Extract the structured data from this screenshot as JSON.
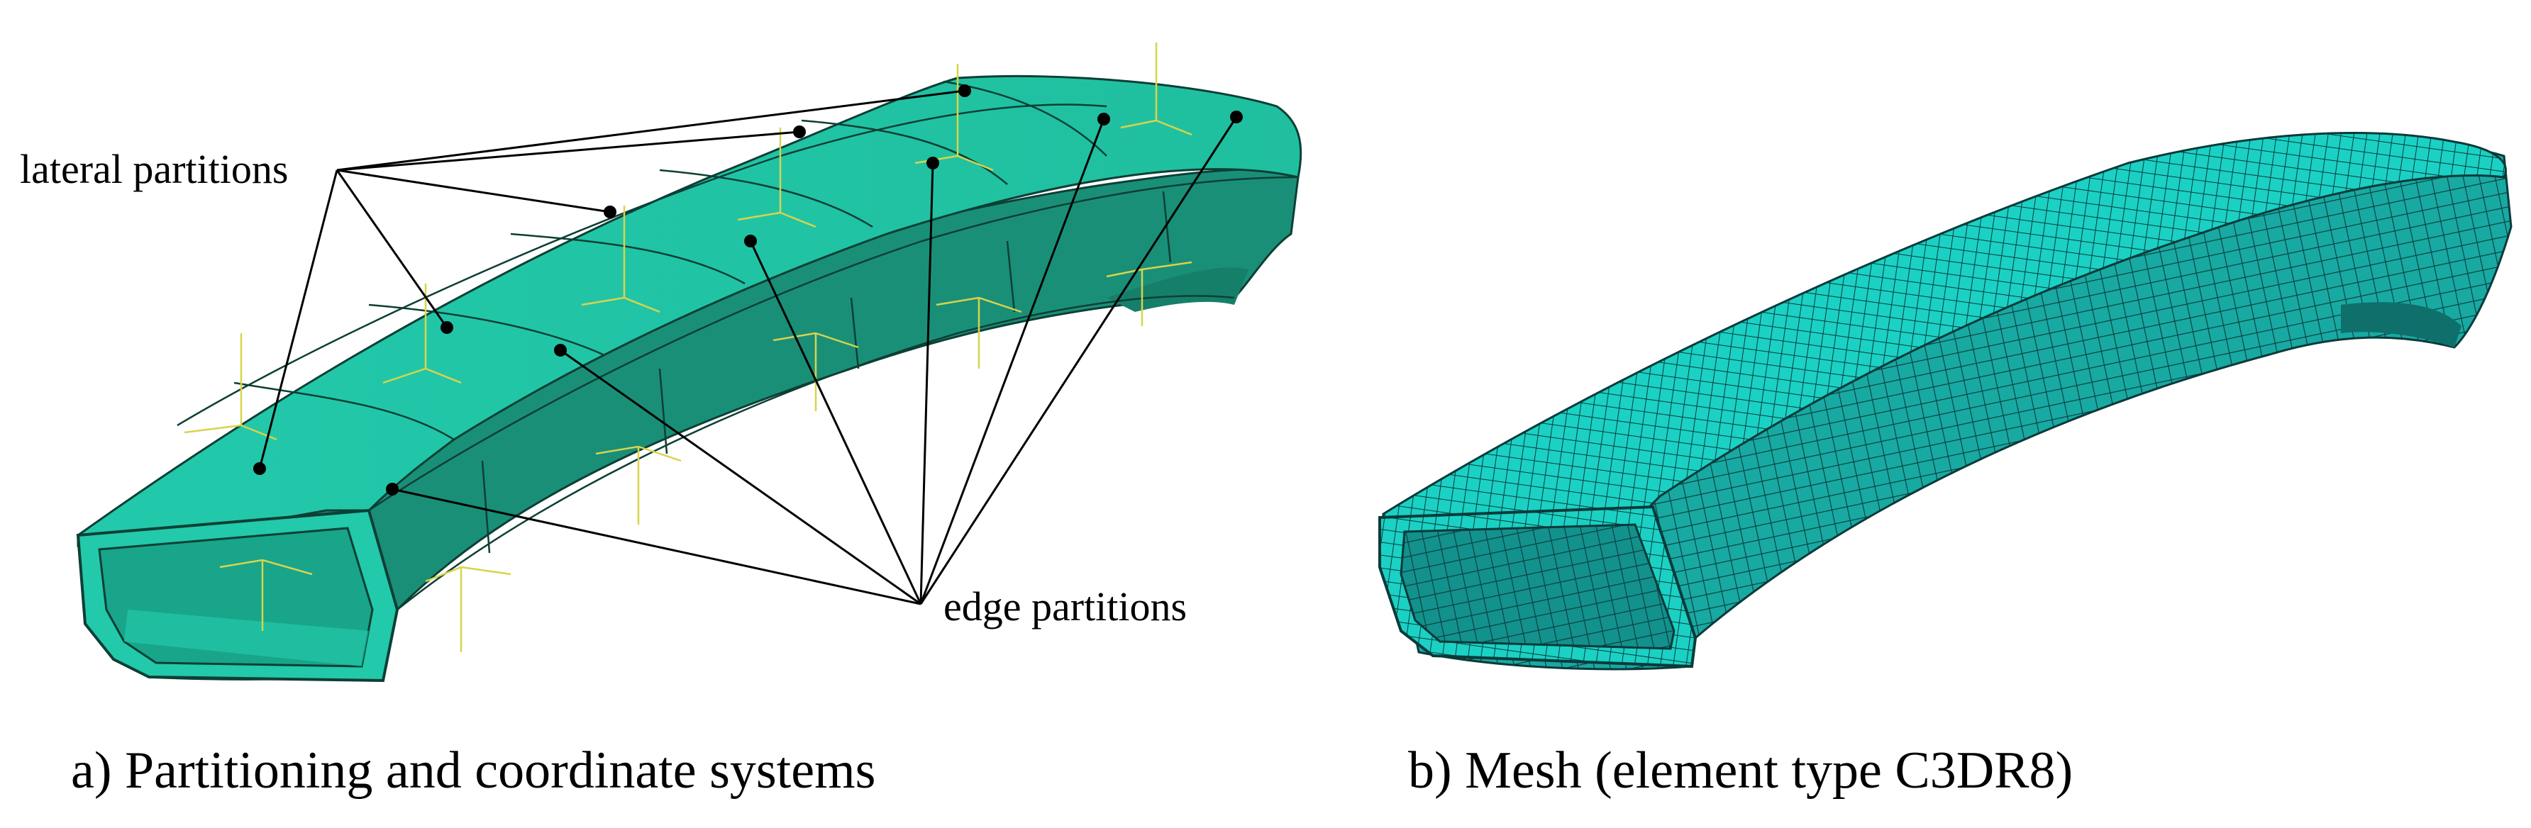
{
  "annotations": {
    "lateral_label": "lateral partitions",
    "edge_label": "edge partitions"
  },
  "captions": {
    "a": "a) Partitioning and coordinate systems",
    "b": "b) Mesh (element type C3DR8)"
  },
  "colors": {
    "part_face": "#22c9ab",
    "part_side": "#1a8f78",
    "part_inner": "#157f6a",
    "mesh_face": "#1ad1c4",
    "mesh_side": "#18a9a2",
    "mesh_line": "#0a3a3a",
    "csys": "#d8d44a",
    "leader": "#000000"
  }
}
